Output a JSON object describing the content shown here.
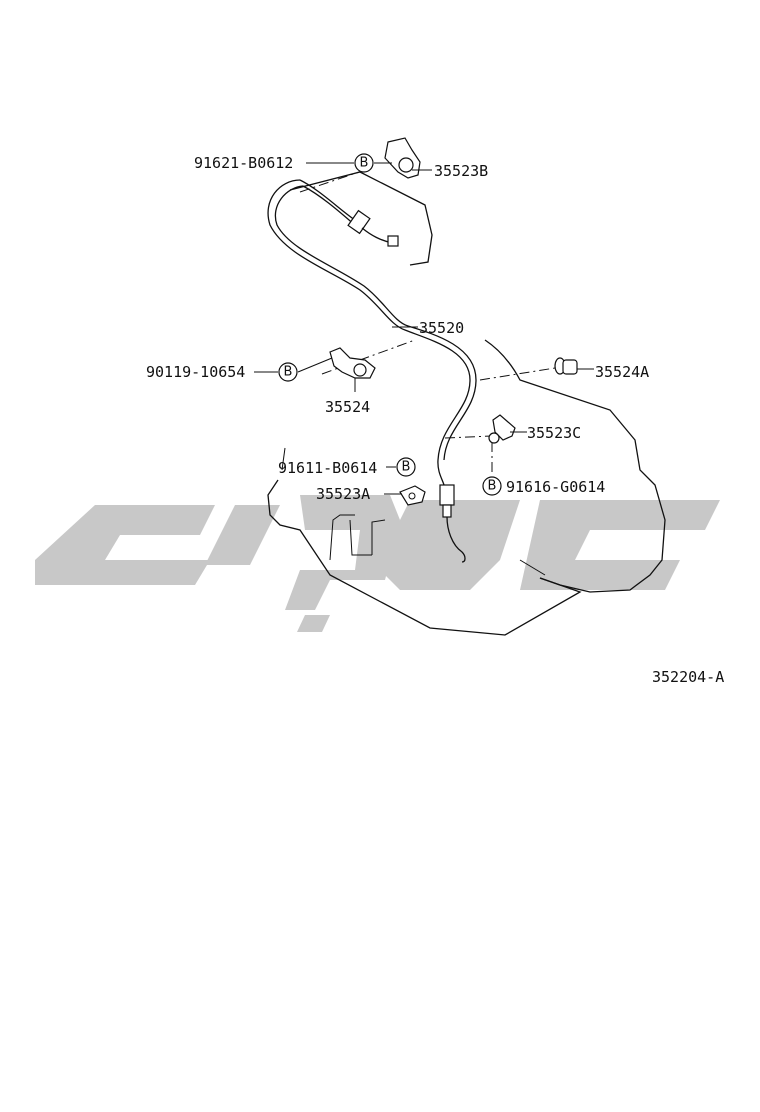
{
  "diagram": {
    "code": "352204-A",
    "callout_symbol": "B",
    "labels": {
      "bolt_top": "91621-B0612",
      "clamp_b": "35523B",
      "cable": "35520",
      "bolt_left": "90119-10654",
      "bracket": "35524",
      "grommet_a": "35524A",
      "clamp_c": "35523C",
      "bolt_mid": "91611-B0614",
      "clamp_a": "35523A",
      "bolt_right": "91616-G0614"
    }
  }
}
